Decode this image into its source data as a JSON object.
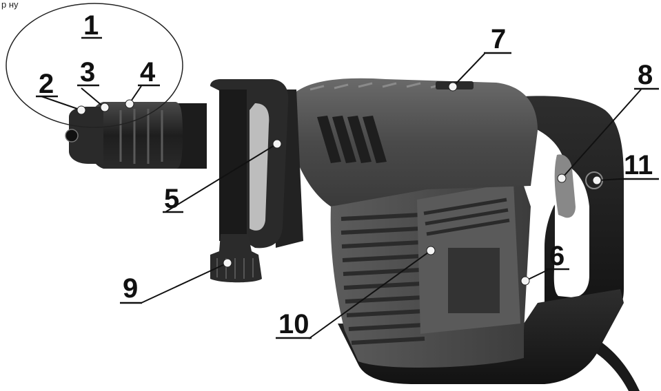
{
  "corner_text": "р   ну",
  "callouts": [
    {
      "id": "1",
      "label": "1"
    },
    {
      "id": "2",
      "label": "2"
    },
    {
      "id": "3",
      "label": "3"
    },
    {
      "id": "4",
      "label": "4"
    },
    {
      "id": "5",
      "label": "5"
    },
    {
      "id": "6",
      "label": "6"
    },
    {
      "id": "7",
      "label": "7"
    },
    {
      "id": "8",
      "label": "8"
    },
    {
      "id": "9",
      "label": "9"
    },
    {
      "id": "10",
      "label": "10"
    },
    {
      "id": "11",
      "label": "11"
    }
  ],
  "colors": {
    "body_dark": "#3a3a3a",
    "body_mid": "#555555",
    "body_light": "#6e6e6e",
    "black_parts": "#1c1c1c",
    "label": "#111111"
  }
}
